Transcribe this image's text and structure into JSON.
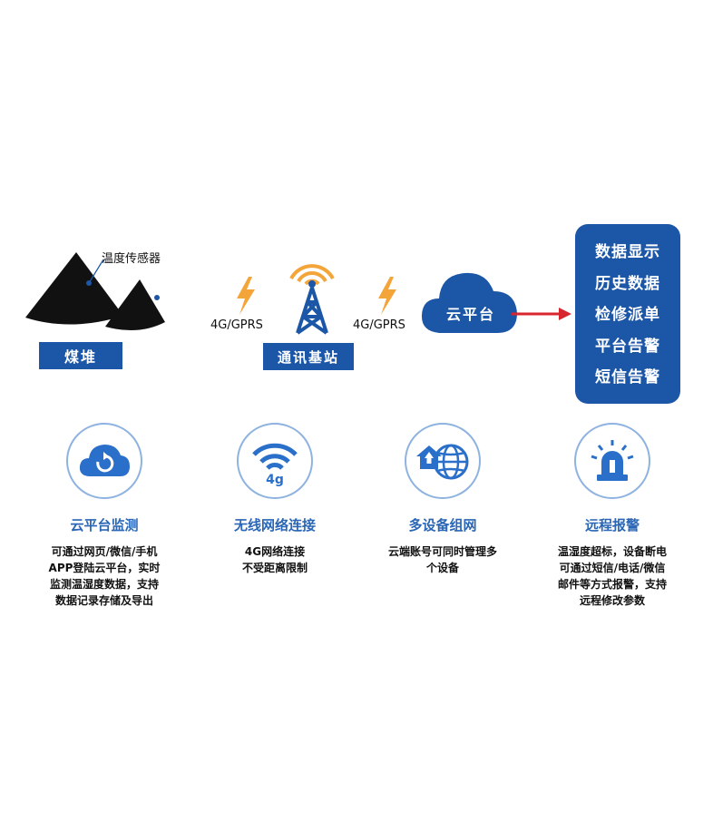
{
  "flow": {
    "sensor_label": "温度传感器",
    "pile_label": "煤堆",
    "signal_left": "4G/GPRS",
    "station_label": "通讯基站",
    "signal_right": "4G/GPRS",
    "cloud_label": "云平台",
    "functions": [
      "数据显示",
      "历史数据",
      "检修派单",
      "平台告警",
      "短信告警"
    ]
  },
  "features": [
    {
      "icon": "cloud-refresh-icon",
      "title": "云平台监测",
      "desc": [
        "可通过网页/微信/手机",
        "APP登陆云平台，实时",
        "监测温湿度数据，支持",
        "数据记录存储及导出"
      ]
    },
    {
      "icon": "wifi-4g-icon",
      "title": "无线网络连接",
      "desc": [
        "4G网络连接",
        "不受距离限制"
      ]
    },
    {
      "icon": "globe-network-icon",
      "title": "多设备组网",
      "desc": [
        "云端账号可同时管理多",
        "个设备"
      ]
    },
    {
      "icon": "alarm-light-icon",
      "title": "远程报警",
      "desc": [
        "温湿度超标，设备断电",
        "可通过短信/电话/微信",
        "邮件等方式报警，支持",
        "远程修改参数"
      ]
    }
  ],
  "colors": {
    "brand_blue": "#1c56a6",
    "accent_orange": "#f3a53a",
    "arrow_red": "#d8262f",
    "title_blue": "#2a66b5"
  }
}
